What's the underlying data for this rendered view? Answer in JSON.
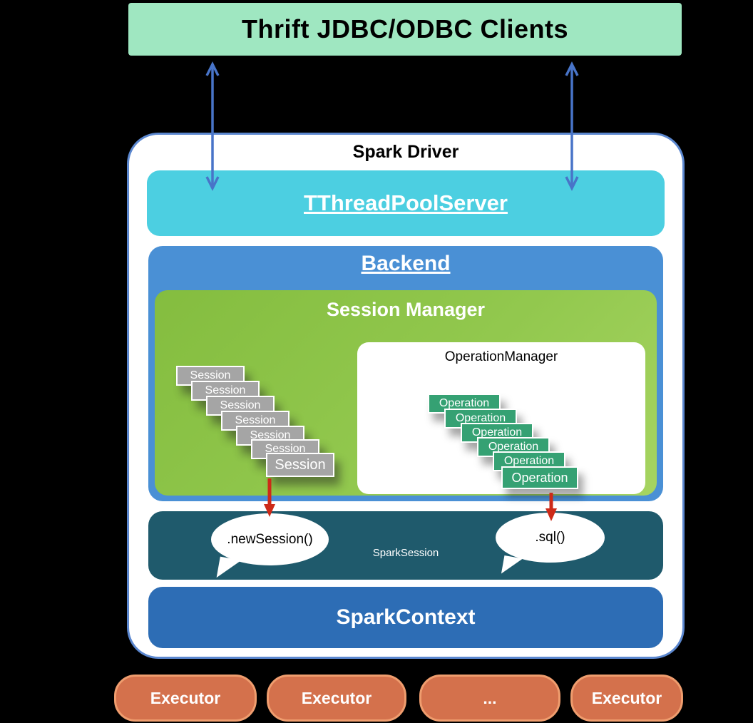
{
  "clients": {
    "label": "Thrift JDBC/ODBC Clients"
  },
  "driver": {
    "title": "Spark Driver",
    "thread_pool_server_label": "TThreadPoolServer",
    "backend": {
      "title": "Backend",
      "session_manager": {
        "title": "Session Manager",
        "sessions": [
          "Session",
          "Session",
          "Session",
          "Session",
          "Session",
          "Session",
          "Session"
        ],
        "operation_manager": {
          "title": "OperationManager",
          "operations": [
            "Operation",
            "Operation",
            "Operation",
            "Operation",
            "Operation",
            "Operation"
          ]
        }
      }
    },
    "spark_session": {
      "label": "SparkSession",
      "new_session_call": ".newSession()",
      "sql_call": ".sql()"
    },
    "spark_context_label": "SparkContext"
  },
  "executors": [
    "Executor",
    "Executor",
    "...",
    "Executor"
  ],
  "colors": {
    "clients_bg": "#9fe7c1",
    "arrow_blue": "#4874c8",
    "thread_pool_bg": "#4ccfe1",
    "backend_bg": "#4a90d5",
    "session_manager_green": "#92c84e",
    "session_box_gray": "#a5a5a5",
    "operation_box_green": "#35a173",
    "spark_session_bg": "#1f5a6c",
    "spark_context_bg": "#2d6db5",
    "executor_bg": "#d4714c",
    "red_arrow": "#cd2a18"
  }
}
